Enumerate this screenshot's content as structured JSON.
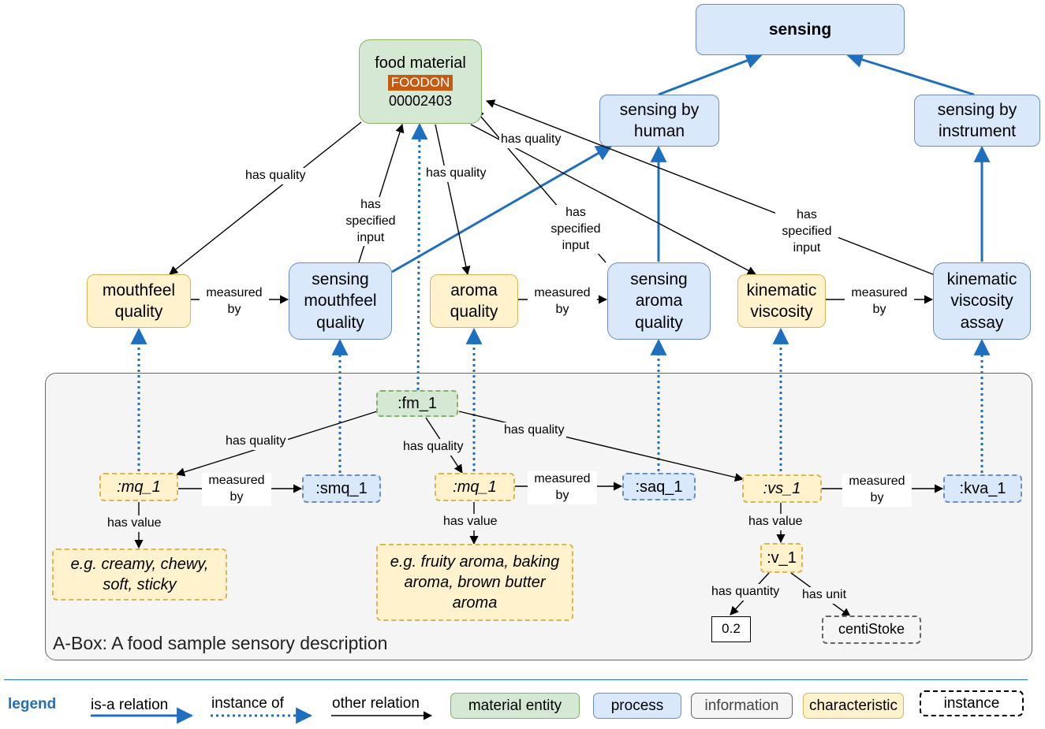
{
  "nodes": {
    "sensing": "sensing",
    "food_material": "food material",
    "foodon_tag": "FOODON",
    "foodon_id": "00002403",
    "sensing_by_human": "sensing by human",
    "sensing_by_instrument": "sensing by instrument",
    "mouthfeel_quality": "mouthfeel quality",
    "sensing_mouthfeel_quality": "sensing mouthfeel quality",
    "aroma_quality": "aroma quality",
    "sensing_aroma_quality": "sensing aroma quality",
    "kinematic_viscosity": "kinematic viscosity",
    "kinematic_viscosity_assay": "kinematic viscosity assay"
  },
  "instances": {
    "fm_1": ":fm_1",
    "mq_1_left": ":mq_1",
    "smq_1": ":smq_1",
    "mq_1_mid": ":mq_1",
    "saq_1": ":saq_1",
    "vs_1": ":vs_1",
    "kva_1": ":kva_1",
    "v_1": ":v_1",
    "mouthfeel_examples": "e.g. creamy, chewy, soft, sticky",
    "aroma_examples": "e.g. fruity aroma, baking aroma, brown butter aroma",
    "quantity_value": "0.2",
    "unit_value": "centiStoke"
  },
  "edge_labels": {
    "has_quality": "has quality",
    "has_specified_input": "has specified input",
    "measured_by": "measured by",
    "has_value": "has value",
    "has_quantity": "has quantity",
    "has_unit": "has unit"
  },
  "abox_title": "A-Box: A food sample sensory description",
  "legend": {
    "title": "legend",
    "is_a": "is-a relation",
    "instance_of": "instance of",
    "other": "other relation",
    "material_entity": "material entity",
    "process": "process",
    "information": "information",
    "characteristic": "characteristic",
    "instance": "instance"
  },
  "colors": {
    "green_fill": "#d5e8d4",
    "blue_fill": "#dae8fc",
    "yellow_fill": "#fff2cc",
    "grey_fill": "#f5f5f5",
    "is_a_arrow": "#1f6fbf",
    "foodon_tag": "#c55a11"
  }
}
